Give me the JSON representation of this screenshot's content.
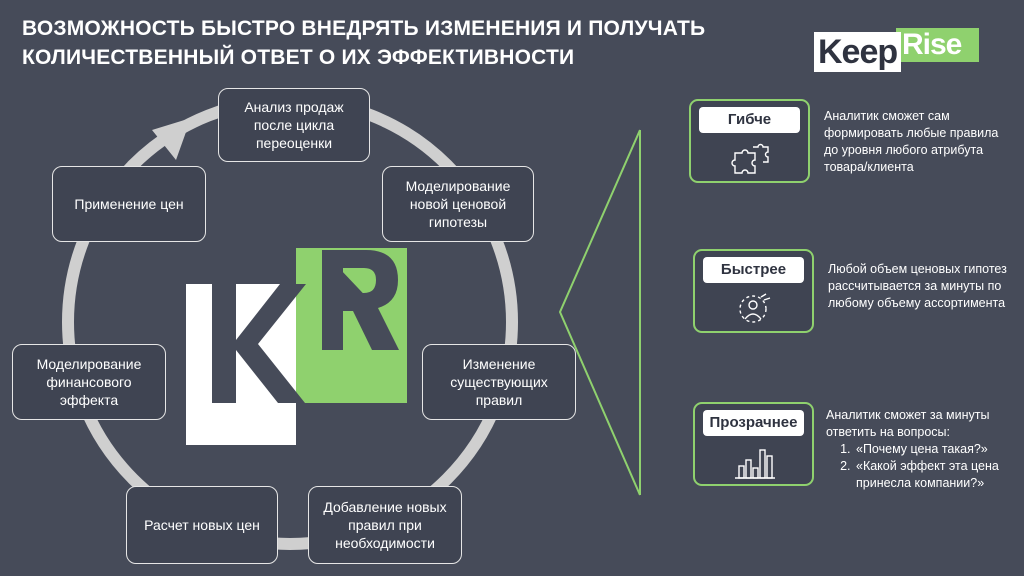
{
  "title_line1": "ВОЗМОЖНОСТЬ БЫСТРО ВНЕДРЯТЬ ИЗМЕНЕНИЯ И ПОЛУЧАТЬ",
  "title_line2": "КОЛИЧЕСТВЕННЫЙ ОТВЕТ О ИХ ЭФФЕКТИВНОСТИ",
  "logo": {
    "part1": "Keep",
    "part2": "Rise"
  },
  "cycle": {
    "steps": [
      "Анализ продаж после цикла переоценки",
      "Моделирование новой ценовой гипотезы",
      "Изменение существующих правил",
      "Добавление новых правил при необходимости",
      "Расчет новых цен",
      "Моделирование финансового эффекта",
      "Применение цен"
    ],
    "center_logo_letters": "KR"
  },
  "benefits": [
    {
      "title": "Гибче",
      "icon": "puzzle-icon",
      "text": "Аналитик сможет сам формировать любые правила до уровня любого атрибута товара/клиента"
    },
    {
      "title": "Быстрее",
      "icon": "fast-person-icon",
      "text": "Любой объем ценовых гипотез рассчитывается за минуты по любому объему ассортимента"
    },
    {
      "title": "Прозрачнее",
      "icon": "bar-chart-icon",
      "intro": "Аналитик сможет за минуты ответить на вопросы:",
      "questions": [
        "«Почему цена такая?»",
        "«Какой эффект эта цена принесла компании?»"
      ]
    }
  ],
  "colors": {
    "background": "#464b59",
    "accent": "#8fd16e",
    "ring": "#d0d0d0",
    "white": "#ffffff"
  }
}
